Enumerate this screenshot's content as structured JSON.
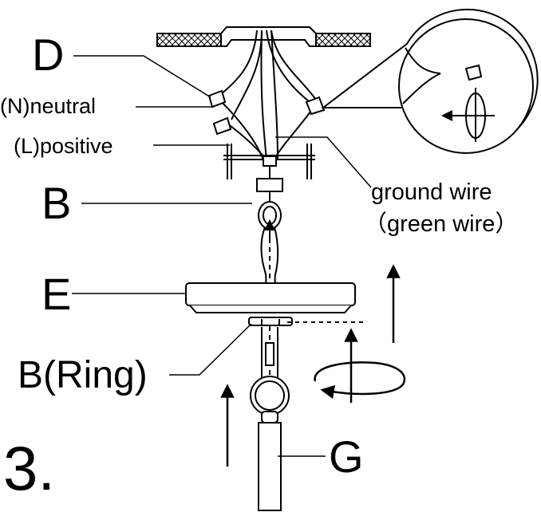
{
  "labels": {
    "d": "D",
    "neutral": "(N)neutral",
    "positive": "(L)positive",
    "b": "B",
    "ground_line1": "ground wire",
    "ground_line2": "（green wire）",
    "e": "E",
    "ring": "B(Ring)",
    "g": "G",
    "step": "3."
  },
  "colors": {
    "ink": "#000000",
    "background": "#ffffff"
  },
  "icons": [
    "wire-connector-icon",
    "rotate-arrow-icon",
    "up-arrow-icon"
  ]
}
